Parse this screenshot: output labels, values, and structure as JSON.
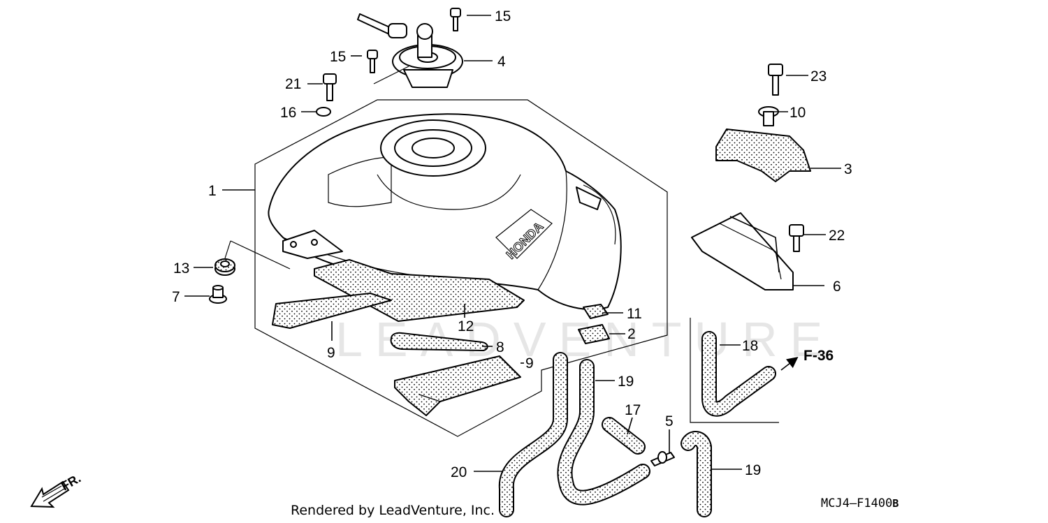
{
  "diagram": {
    "callouts": [
      {
        "id": "c15a",
        "text": "15"
      },
      {
        "id": "c4",
        "text": "4"
      },
      {
        "id": "c15b",
        "text": "15"
      },
      {
        "id": "c21",
        "text": "21"
      },
      {
        "id": "c16",
        "text": "16"
      },
      {
        "id": "c1",
        "text": "1"
      },
      {
        "id": "c13",
        "text": "13"
      },
      {
        "id": "c7",
        "text": "7"
      },
      {
        "id": "c12",
        "text": "12"
      },
      {
        "id": "c9a",
        "text": "9"
      },
      {
        "id": "c8",
        "text": "8"
      },
      {
        "id": "c9b",
        "text": "9"
      },
      {
        "id": "c11",
        "text": "11"
      },
      {
        "id": "c2",
        "text": "2"
      },
      {
        "id": "c23",
        "text": "23"
      },
      {
        "id": "c10",
        "text": "10"
      },
      {
        "id": "c3",
        "text": "3"
      },
      {
        "id": "c22",
        "text": "22"
      },
      {
        "id": "c6",
        "text": "6"
      },
      {
        "id": "c18",
        "text": "18"
      },
      {
        "id": "c19a",
        "text": "19"
      },
      {
        "id": "c17",
        "text": "17"
      },
      {
        "id": "c5",
        "text": "5"
      },
      {
        "id": "c19b",
        "text": "19"
      },
      {
        "id": "c20",
        "text": "20"
      }
    ],
    "reference": "F-36",
    "direction_label": "FR.",
    "tank_brand": "HONDA",
    "watermark": "LEADVENTURE",
    "credit": "Rendered by LeadVenture, Inc.",
    "diagram_code": "MCJ4—F1400",
    "diagram_code_suffix": "B"
  }
}
